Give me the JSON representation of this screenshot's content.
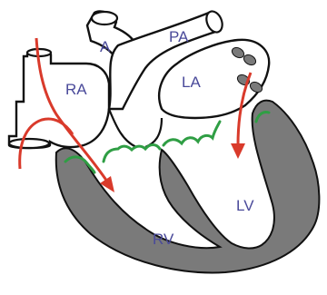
{
  "labels": {
    "aorta": "A",
    "pulmonary_artery": "PA",
    "right_atrium": "RA",
    "left_atrium": "LA",
    "right_ventricle": "RV",
    "left_ventricle": "LV"
  },
  "colors": {
    "outline": "#111111",
    "wall": "#7a7a7a",
    "flow_arrow": "#d93a2b",
    "valve": "#2f9e44",
    "label": "#4a4a9a",
    "background": "#ffffff"
  }
}
